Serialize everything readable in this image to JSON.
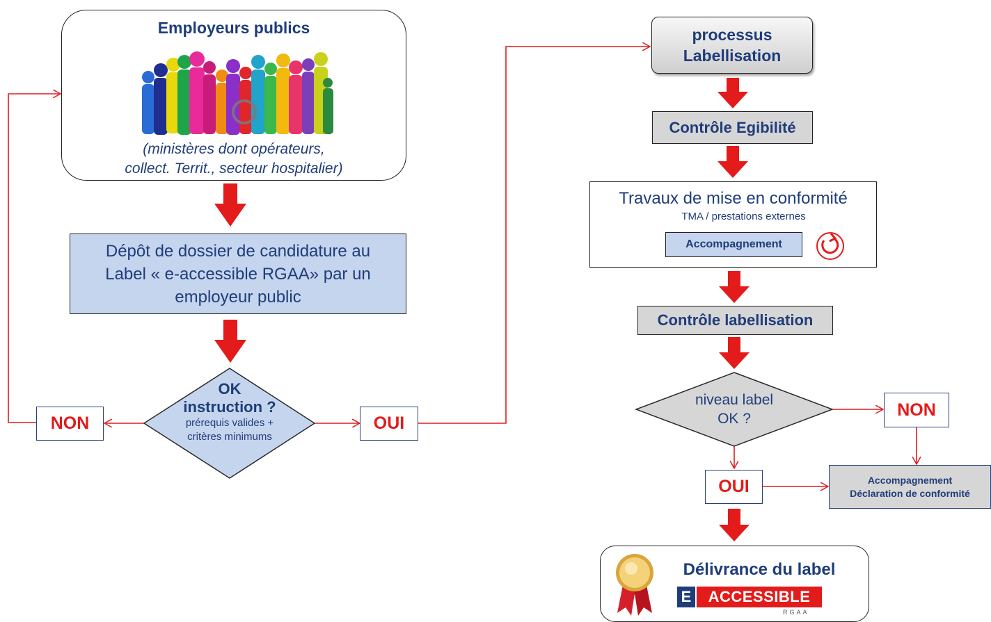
{
  "employers": {
    "title": "Employeurs publics",
    "subtitle_line1": "(ministères  dont opérateurs,",
    "subtitle_line2": "collect. Territ., secteur hospitalier)"
  },
  "deposit": {
    "line1": "Dépôt de dossier de candidature au",
    "line2": "Label « e-accessible RGAA» par un",
    "line3": "employeur public"
  },
  "instruction": {
    "line1": "OK",
    "line2": "instruction ?",
    "line3": "prérequis valides +",
    "line4": "critères minimums"
  },
  "left_no": "NON",
  "left_yes": "OUI",
  "process": {
    "line1": "processus",
    "line2": "Labellisation"
  },
  "eligibility": "Contrôle Egibilité",
  "works": {
    "title": "Travaux de mise en conformité",
    "subtitle": "TMA / prestations externes",
    "support": "Accompagnement"
  },
  "label_control": "Contrôle labellisation",
  "level": {
    "line1": "niveau label",
    "line2": "OK ?"
  },
  "right_no": "NON",
  "right_yes": "OUI",
  "conformity": {
    "line1": "Accompagnement",
    "line2": "Déclaration de conformité"
  },
  "delivery": {
    "title": "Délivrance du label",
    "logo_e": "E",
    "logo_word": "ACCESSIBLE",
    "logo_sub": "RGAA"
  },
  "colors": {
    "navy": "#1f3d7a",
    "red": "#e31b1b",
    "blue_box": "#c5d5ee",
    "grey_box": "#d6d6d6"
  }
}
